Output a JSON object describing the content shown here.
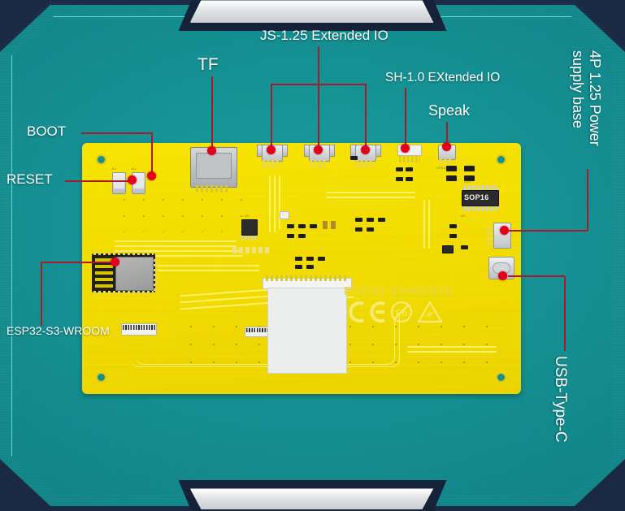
{
  "image": {
    "subject": "ESP32-8048S070 development board (back side) annotated diagram",
    "board_silkscreen": "ESP32-8048S070",
    "chip_silkscreen": "SOP16",
    "background_color": "#13898c",
    "pcb_color": "#f2dc00",
    "leader_line_color": "#a61b2b",
    "callout_dot_color": "#e2001a",
    "label_text_color": "#ffffff"
  },
  "annotations": [
    {
      "id": "boot",
      "label": "BOOT",
      "orientation": "horizontal"
    },
    {
      "id": "reset",
      "label": "RESET",
      "orientation": "horizontal"
    },
    {
      "id": "tf",
      "label": "TF",
      "orientation": "horizontal"
    },
    {
      "id": "js125",
      "label": "JS-1.25 Extended IO",
      "orientation": "horizontal"
    },
    {
      "id": "sh10",
      "label": "SH-1.0 EXtended IO",
      "orientation": "horizontal"
    },
    {
      "id": "speak",
      "label": "Speak",
      "orientation": "horizontal"
    },
    {
      "id": "power_base",
      "label": "4P 1.25 Power",
      "label2": "supply base",
      "orientation": "vertical"
    },
    {
      "id": "usb_type_c",
      "label": "USB-Type-C",
      "orientation": "vertical"
    },
    {
      "id": "esp32_wroom",
      "label": "ESP32-S3-WROOM",
      "orientation": "horizontal"
    }
  ],
  "certification_marks": [
    "CE",
    "Pb-free",
    "ESD-warning"
  ]
}
